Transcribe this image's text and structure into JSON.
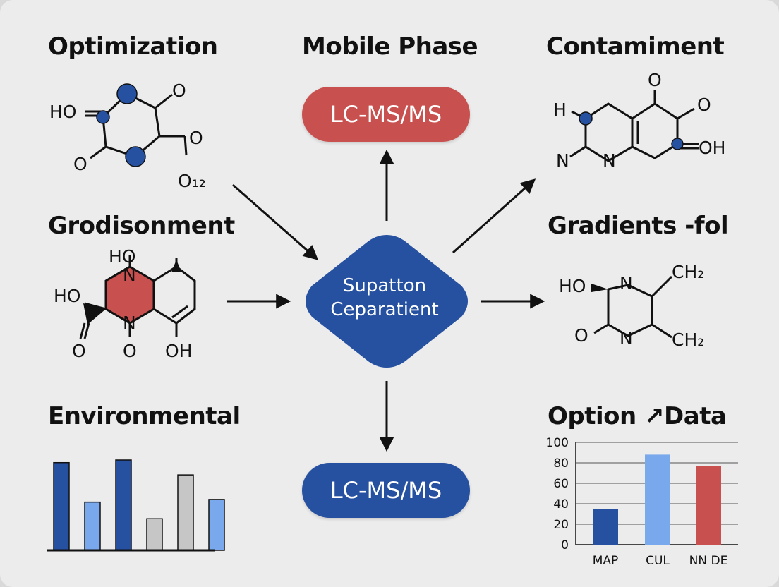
{
  "headings": {
    "optimization": "Optimization",
    "mobile_phase": "Mobile Phase",
    "contaminant": "Contamiment",
    "grodisonment": "Grodisonment",
    "gradients": "Gradients -fol",
    "environmental": "Environmental",
    "option_data": "Option ↗Data"
  },
  "pills": {
    "top": "LC-MS/MS",
    "bottom": "LC-MS/MS"
  },
  "center": {
    "line1": "Supatton",
    "line2": "Ceparatient"
  },
  "molecules": {
    "optimization": [
      "HO",
      "O",
      "O",
      "O₁₂"
    ],
    "contaminant": [
      "H",
      "N",
      "N",
      "O",
      "O",
      "OH"
    ],
    "grodisonment": [
      "HO",
      "N",
      "HO",
      "N",
      "O",
      "O",
      "OH"
    ],
    "gradients": [
      "HO",
      "N",
      "CH₂",
      "O",
      "N",
      "CH₂"
    ]
  },
  "colors": {
    "blue": "#2650a0",
    "red": "#c8504e",
    "light_blue": "#7aa8ec",
    "gray": "#c6c6c6",
    "background": "#ececec"
  },
  "chart_data": [
    {
      "type": "bar",
      "title": "Environmental",
      "categories": [
        "",
        "",
        "",
        "",
        "",
        "",
        ""
      ],
      "values": [
        100,
        55,
        103,
        36,
        86,
        58,
        0
      ],
      "bar_colors": [
        "#2650a0",
        "#7aa8ec",
        "#2650a0",
        "#c6c6c6",
        "#c6c6c6",
        "#7aa8ec",
        "#2650a0"
      ],
      "axes_visible": false
    },
    {
      "type": "bar",
      "title": "Option ↗Data",
      "categories": [
        "MAP",
        "CUL",
        "NN DE"
      ],
      "values": [
        35,
        88,
        77
      ],
      "bar_colors": [
        "#2650a0",
        "#7aa8ec",
        "#c8504e"
      ],
      "yticks": [
        "100",
        "80",
        "60",
        "40",
        "20",
        "0"
      ],
      "ylim": [
        0,
        100
      ],
      "grid": true
    }
  ]
}
